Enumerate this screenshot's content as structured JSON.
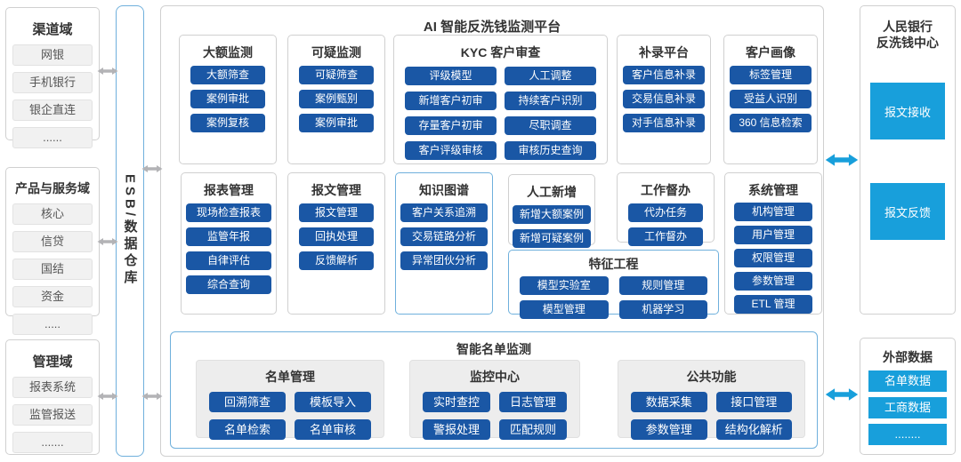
{
  "colors": {
    "node_blue": "#1a57a5",
    "bright_blue": "#189fdb",
    "accent_border_blue": "#6fb0dc",
    "gray_border": "#d0d0d0",
    "arrow_gray": "#b3b3b6"
  },
  "left": {
    "domains": [
      {
        "title": "渠道域",
        "items": [
          "网银",
          "手机银行",
          "银企直连",
          "......"
        ]
      },
      {
        "title": "产品与服务域",
        "items": [
          "核心",
          "信贷",
          "国结",
          "资金",
          "....."
        ]
      },
      {
        "title": "管理域",
        "items": [
          "报表系统",
          "监管报送",
          "......."
        ]
      }
    ]
  },
  "esb": {
    "label": "ESB/数据仓库"
  },
  "platform": {
    "title": "AI 智能反洗钱监测平台",
    "row1": [
      {
        "title": "大额监测",
        "items": [
          "大额筛查",
          "案例审批",
          "案例复核"
        ]
      },
      {
        "title": "可疑监测",
        "items": [
          "可疑筛查",
          "案例甄别",
          "案例审批"
        ]
      },
      {
        "title": "KYC 客户审查",
        "items": [
          "评级模型",
          "人工调整",
          "新增客户初审",
          "持续客户识别",
          "存量客户初审",
          "尽职调查",
          "客户评级审核",
          "审核历史查询"
        ]
      },
      {
        "title": "补录平台",
        "items": [
          "客户信息补录",
          "交易信息补录",
          "对手信息补录"
        ]
      },
      {
        "title": "客户画像",
        "items": [
          "标签管理",
          "受益人识别",
          "360 信息检索"
        ]
      }
    ],
    "row2": [
      {
        "title": "报表管理",
        "items": [
          "现场检查报表",
          "监管年报",
          "自律评估",
          "综合查询"
        ]
      },
      {
        "title": "报文管理",
        "items": [
          "报文管理",
          "回执处理",
          "反馈解析"
        ]
      },
      {
        "title": "知识图谱",
        "items": [
          "客户关系追溯",
          "交易链路分析",
          "异常团伙分析"
        ]
      },
      {
        "title": "人工新增",
        "items": [
          "新增大额案例",
          "新增可疑案例"
        ]
      },
      {
        "title": "工作督办",
        "items": [
          "代办任务",
          "工作督办"
        ]
      },
      {
        "title": "特征工程",
        "items": [
          "模型实验室",
          "规则管理",
          "模型管理",
          "机器学习"
        ]
      },
      {
        "title": "系统管理",
        "items": [
          "机构管理",
          "用户管理",
          "权限管理",
          "参数管理",
          "ETL 管理"
        ]
      }
    ],
    "list_section": {
      "title": "智能名单监测",
      "groups": [
        {
          "title": "名单管理",
          "items": [
            "回溯筛查",
            "模板导入",
            "名单检索",
            "名单审核"
          ]
        },
        {
          "title": "监控中心",
          "items": [
            "实时查控",
            "日志管理",
            "警报处理",
            "匹配规则"
          ]
        },
        {
          "title": "公共功能",
          "items": [
            "数据采集",
            "接口管理",
            "参数管理",
            "结构化解析"
          ]
        }
      ]
    }
  },
  "right": {
    "pboc": {
      "title_line1": "人民银行",
      "title_line2": "反洗钱中心",
      "blocks": [
        "报文接收",
        "报文反馈"
      ]
    },
    "external": {
      "title": "外部数据",
      "items": [
        "名单数据",
        "工商数据",
        "........"
      ]
    }
  }
}
